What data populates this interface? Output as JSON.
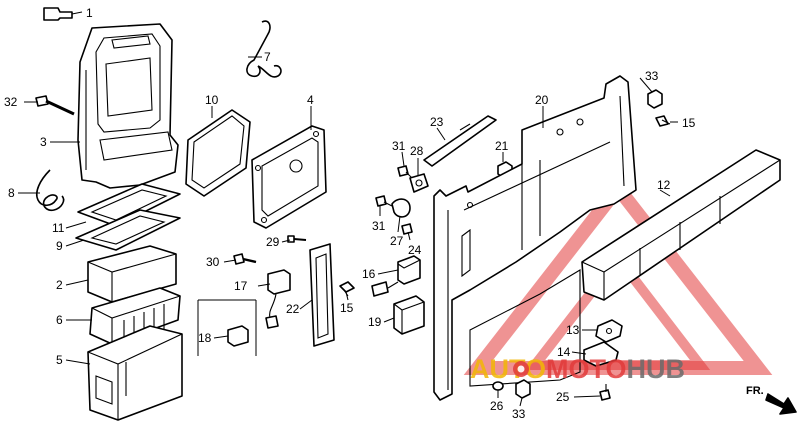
{
  "labels": {
    "l1": "1",
    "l7": "7",
    "l33a": "33",
    "l32": "32",
    "l10": "10",
    "l4": "4",
    "l20": "20",
    "l15a": "15",
    "l3": "3",
    "l23": "23",
    "l31a": "31",
    "l28": "28",
    "l21": "21",
    "l12": "12",
    "l8": "8",
    "l11": "11",
    "l31b": "31",
    "l9": "9",
    "l29": "29",
    "l27": "27",
    "l24": "24",
    "l30": "30",
    "l16": "16",
    "l17": "17",
    "l2": "2",
    "l22": "22",
    "l15b": "15",
    "l6": "6",
    "l19": "19",
    "l13": "13",
    "l18": "18",
    "l5": "5",
    "l14": "14",
    "l26": "26",
    "l33b": "33",
    "l25": "25"
  },
  "direction_label": "FR.",
  "watermark": {
    "part1": "AUTO",
    "part2": "MOTO",
    "part3": "HUB",
    "color1": "#f2b705",
    "color2": "#e23b3b",
    "color3": "#6b6b6b",
    "icon": "gear-icon"
  }
}
